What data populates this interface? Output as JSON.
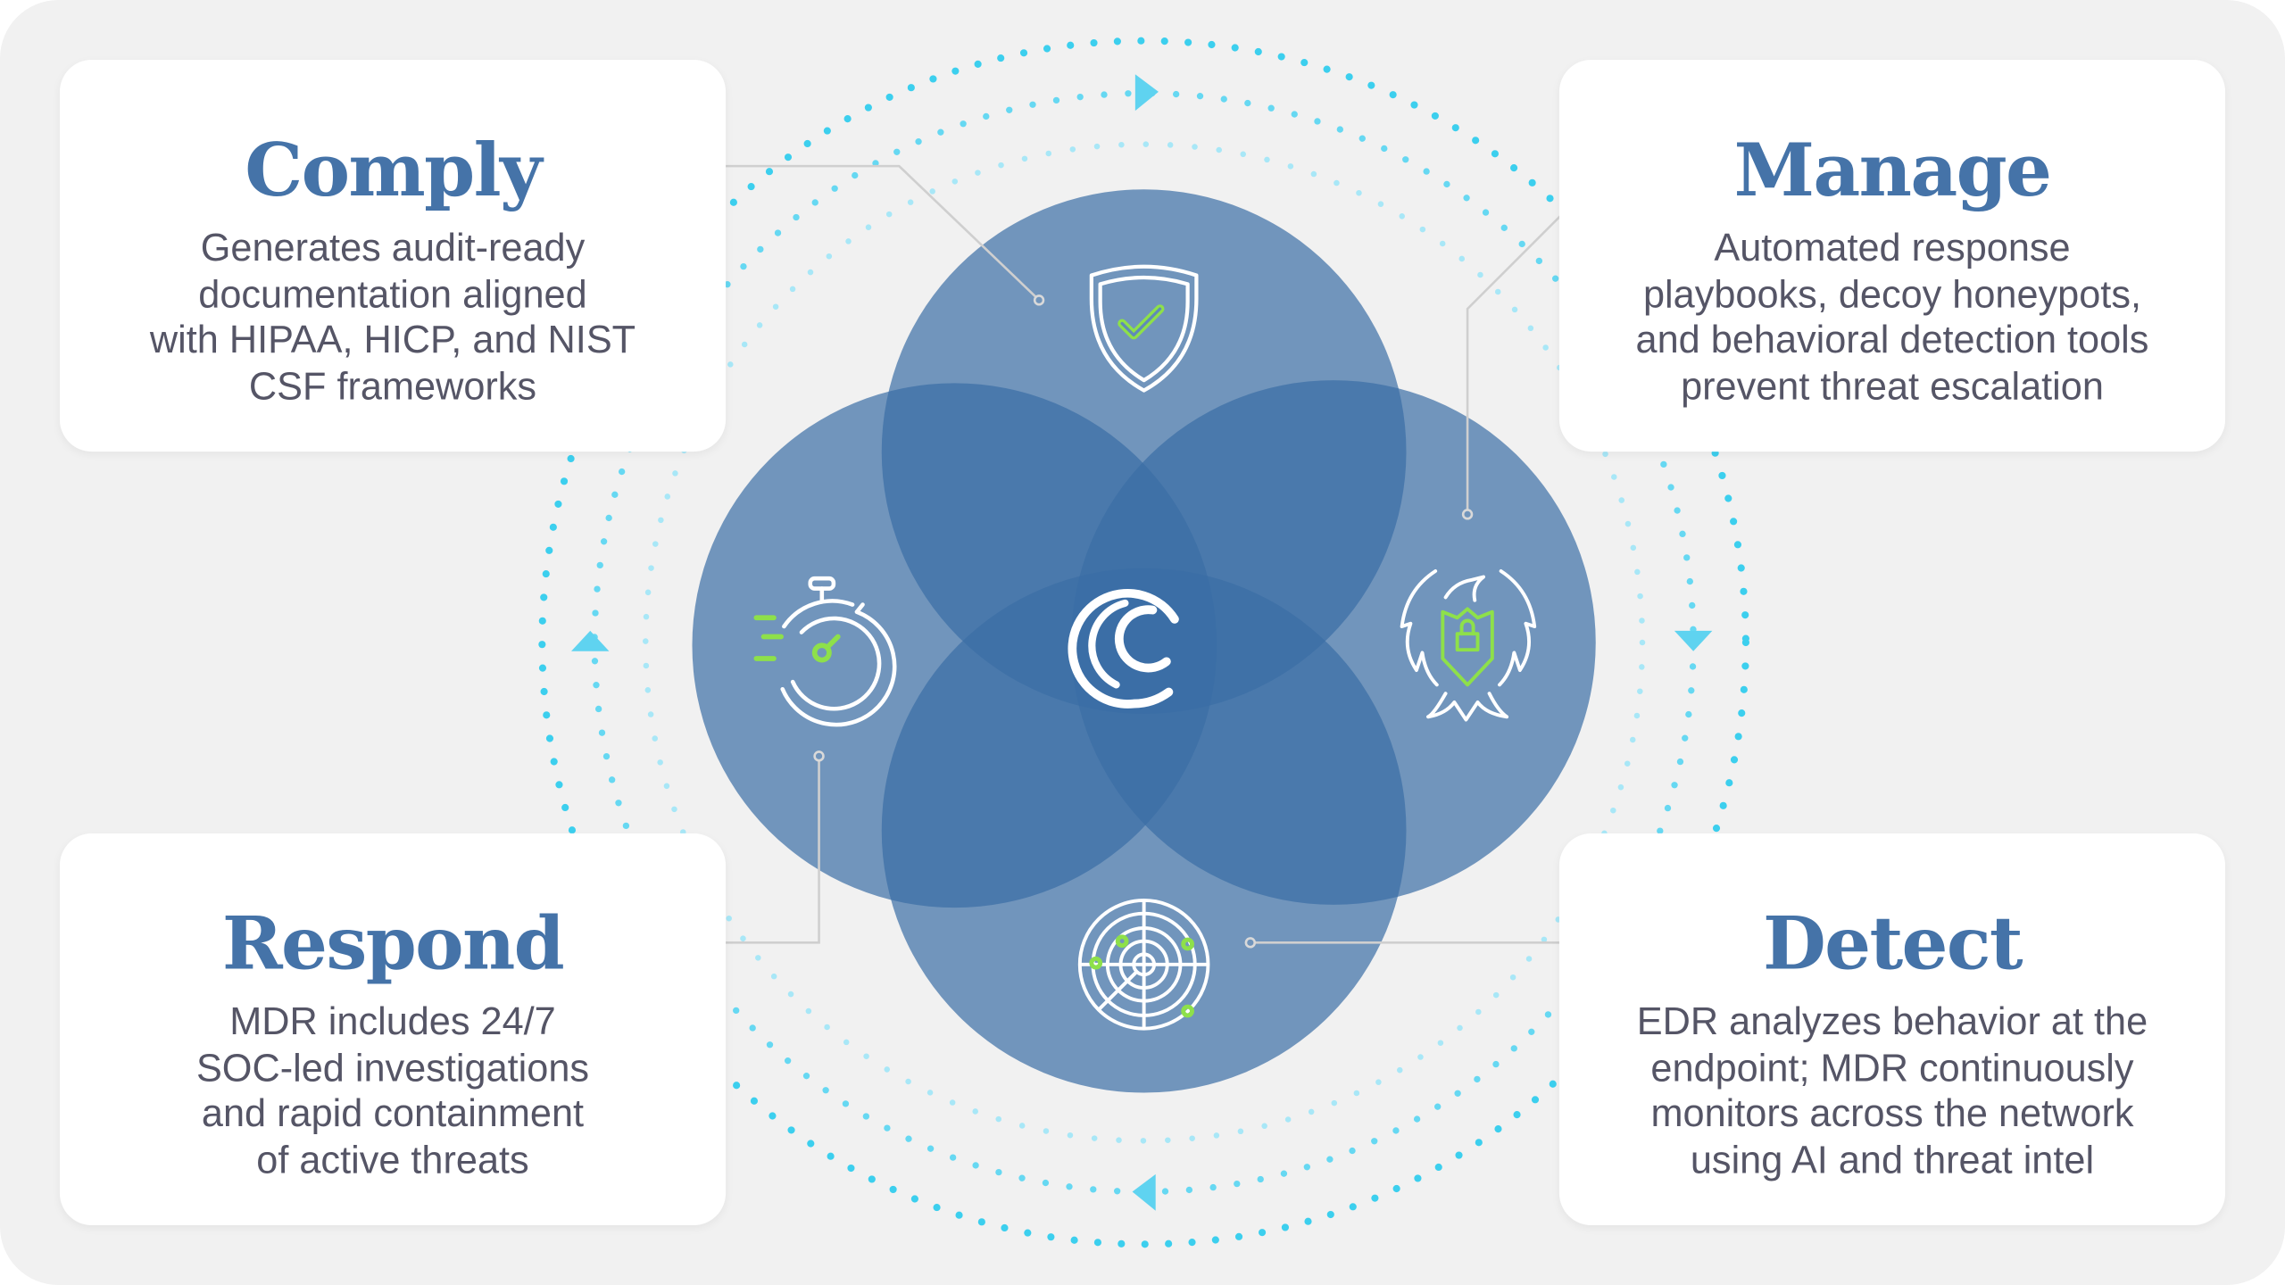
{
  "cards": {
    "comply": {
      "title": "Comply",
      "lines": [
        "Generates audit-ready",
        "documentation aligned",
        "with HIPAA, HICP, and NIST",
        "CSF frameworks"
      ]
    },
    "manage": {
      "title": "Manage",
      "lines": [
        "Automated response",
        "playbooks, decoy honeypots,",
        "and behavioral detection tools",
        "prevent threat escalation"
      ]
    },
    "respond": {
      "title": "Respond",
      "lines": [
        "MDR includes 24/7",
        "SOC-led investigations",
        "and rapid containment",
        "of active threats"
      ]
    },
    "detect": {
      "title": "Detect",
      "lines": [
        "EDR analyzes behavior at the",
        "endpoint; MDR continuously",
        "monitors across the network",
        "using AI and threat intel"
      ]
    }
  },
  "icons": {
    "comply": "shield-check-icon",
    "respond": "stopwatch-icon",
    "center": "brand-c-logo-icon",
    "manage": "eagle-shield-lock-icon",
    "detect": "radar-icon"
  },
  "colors": {
    "background": "#f1f1f1",
    "circle": "#3a6ea5",
    "title": "#4573a8",
    "body_text": "#555566",
    "accent_green": "#8ee04a",
    "dots_outer": "#3ccfee",
    "dots_mid": "#66d8f2",
    "dots_inner": "#a8e7f7",
    "connector": "#cfcfcf"
  }
}
